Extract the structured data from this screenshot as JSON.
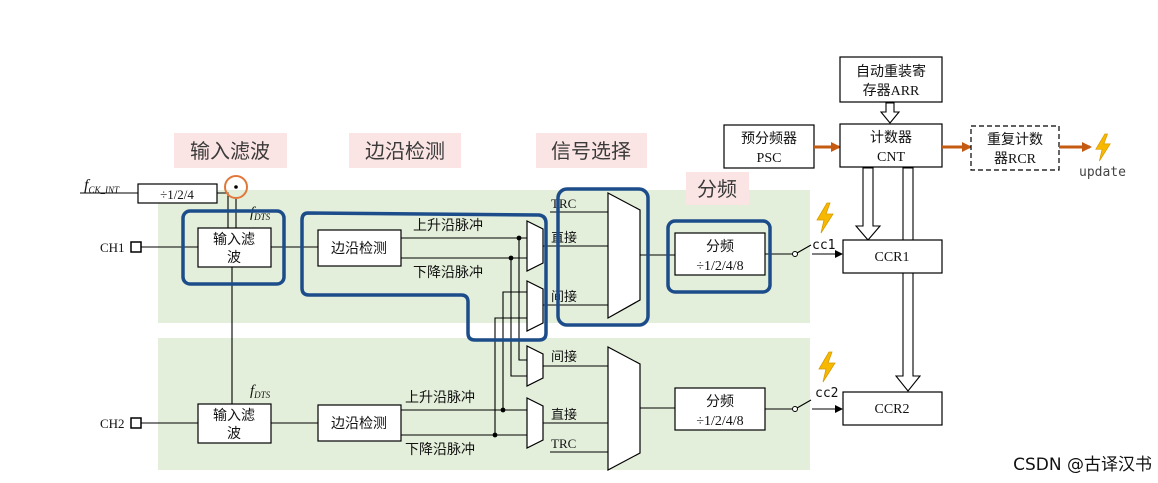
{
  "counter_section": {
    "arr_line1": "自动重装寄",
    "arr_line2": "存器ARR",
    "psc_line1": "预分频器",
    "psc_line2": "PSC",
    "cnt_line1": "计数器",
    "cnt_line2": "CNT",
    "rcr_line1": "重复计数",
    "rcr_line2": "器RCR",
    "update_label": "update"
  },
  "capture_registers": [
    "CCR1",
    "CCR2"
  ],
  "stage_labels": {
    "filter": "输入滤波",
    "edge": "边沿检测",
    "select": "信号选择",
    "divide": "分频"
  },
  "clock": {
    "symbol": "f",
    "ck_int_subscript": "CK_INT",
    "prescaler": "÷1/2/4",
    "dts_subscript": "DTS"
  },
  "channels": [
    {
      "name": "CH1",
      "filter_line1": "输入滤",
      "filter_line2": "波",
      "edge": "边沿检测",
      "rising": "上升沿脉冲",
      "falling": "下降沿脉冲",
      "trc": "TRC",
      "direct": "直接",
      "indirect": "间接",
      "div_title": "分频",
      "div_ratio": "÷1/2/4/8",
      "cc": "cc1"
    },
    {
      "name": "CH2",
      "filter_line1": "输入滤",
      "filter_line2": "波",
      "edge": "边沿检测",
      "rising": "上升沿脉冲",
      "falling": "下降沿脉冲",
      "trc": "TRC",
      "direct": "直接",
      "indirect": "间接",
      "div_title": "分频",
      "div_ratio": "÷1/2/4/8",
      "cc": "cc2"
    }
  ],
  "icons": {
    "event": "lightning-icon",
    "annotation": "circle-highlight-icon"
  },
  "colors": {
    "clock_arrow": "#c55a11",
    "lightning": "#f6b900",
    "highlight_outline": "#1c4d8a",
    "channel_panel": "#e4efdb",
    "stage_label_bg": "#fbe4e4",
    "circle_highlight": "#e2773a",
    "cc_text": "#1f3fb0",
    "watermark": "#b8b8b8"
  },
  "watermark": "CSDN @古译汉书"
}
